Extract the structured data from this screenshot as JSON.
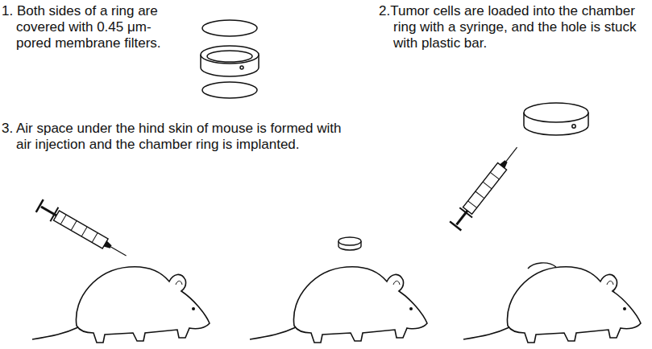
{
  "diagram": {
    "labels": [
      "1. Both sides of a ring are covered with 0.45 μm-pored membrane filters.",
      "2.Tumor cells are loaded into the chamber ring with a syringe, and the hole is stuck with plastic bar.",
      "3. Air space under the hind skin of mouse is formed with air injection and the chamber ring is implanted."
    ]
  }
}
